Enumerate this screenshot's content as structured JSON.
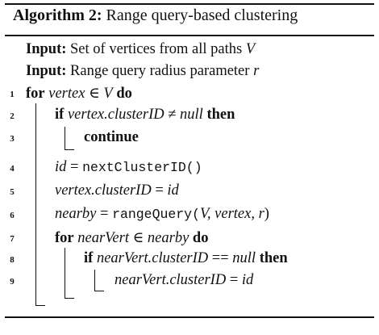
{
  "algorithm": {
    "label": "Algorithm 2:",
    "title": "Range query-based clustering"
  },
  "inputs": [
    {
      "label": "Input:",
      "text": "Set of vertices from all paths",
      "var": "V"
    },
    {
      "label": "Input:",
      "text": "Range query radius parameter",
      "var": "r"
    }
  ],
  "lines": [
    {
      "n": "1",
      "kw1": "for",
      "a": "vertex",
      "op": "∈",
      "b": "V",
      "kw2": "do"
    },
    {
      "n": "2",
      "kw1": "if",
      "a": "vertex.clusterID",
      "op": "≠",
      "b": "null",
      "kw2": "then"
    },
    {
      "n": "3",
      "kw1": "continue"
    },
    {
      "n": "4",
      "a": "id",
      "op": "=",
      "fn": "nextClusterID()"
    },
    {
      "n": "5",
      "a": "vertex.clusterID",
      "op": "=",
      "b": "id"
    },
    {
      "n": "6",
      "a": "nearby",
      "op": "=",
      "fn": "rangeQuery(",
      "args": "V, vertex, r",
      "close": ")"
    },
    {
      "n": "7",
      "kw1": "for",
      "a": "nearVert",
      "op": "∈",
      "b": "nearby",
      "kw2": "do"
    },
    {
      "n": "8",
      "kw1": "if",
      "a": "nearVert.clusterID",
      "op": "==",
      "b": "null",
      "kw2": "then"
    },
    {
      "n": "9",
      "a": "nearVert.clusterID",
      "op": "=",
      "b": "id"
    }
  ]
}
